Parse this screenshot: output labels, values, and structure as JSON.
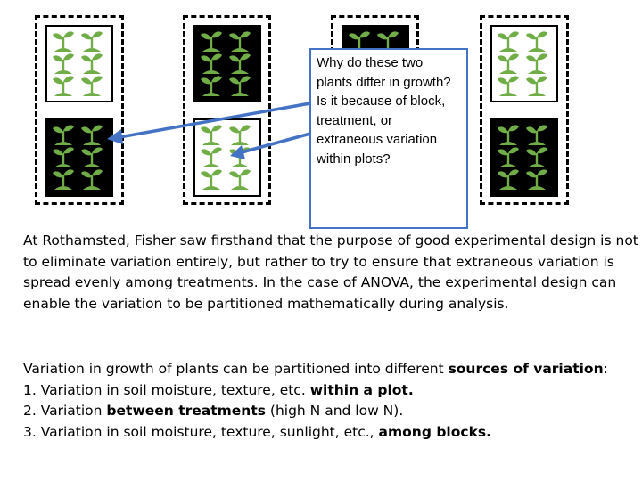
{
  "callout": {
    "text": "Why do these two plants differ in growth? Is it because of block, treatment, or extraneous variation within plots?"
  },
  "intro": {
    "text": "At Rothamsted, Fisher saw firsthand that the purpose of good experimental design is not to eliminate variation entirely, but rather to try to ensure that extraneous variation is spread evenly among treatments.  In the case of ANOVA, the experimental design can enable the variation to be partitioned mathematically during analysis."
  },
  "sources": {
    "lead": "Variation in growth of plants can be partitioned into different ",
    "lead_bold": "sources of variation",
    "lead_end": ":",
    "item1_pre": "1.  Variation in soil moisture, texture, etc. ",
    "item1_bold": "within a plot.",
    "item2_pre": "2.  Variation ",
    "item2_bold": "between treatments",
    "item2_post": " (high N and low N).",
    "item3_pre": "3.  Variation in soil moisture, texture, sunlight, etc., ",
    "item3_bold": "among blocks."
  },
  "colors": {
    "plant": "#70ad47",
    "arrow": "#4472c4",
    "plot_dark": "#000000",
    "plot_light": "#ffffff"
  },
  "icons": {
    "plant": "seedling-icon"
  },
  "blocks": [
    {
      "plots": [
        {
          "shade": "white"
        },
        {
          "shade": "black"
        }
      ]
    },
    {
      "plots": [
        {
          "shade": "black"
        },
        {
          "shade": "white"
        }
      ]
    },
    {
      "plots": [
        {
          "shade": "black"
        },
        {
          "shade": "white"
        }
      ]
    },
    {
      "plots": [
        {
          "shade": "white"
        },
        {
          "shade": "black"
        }
      ]
    }
  ]
}
